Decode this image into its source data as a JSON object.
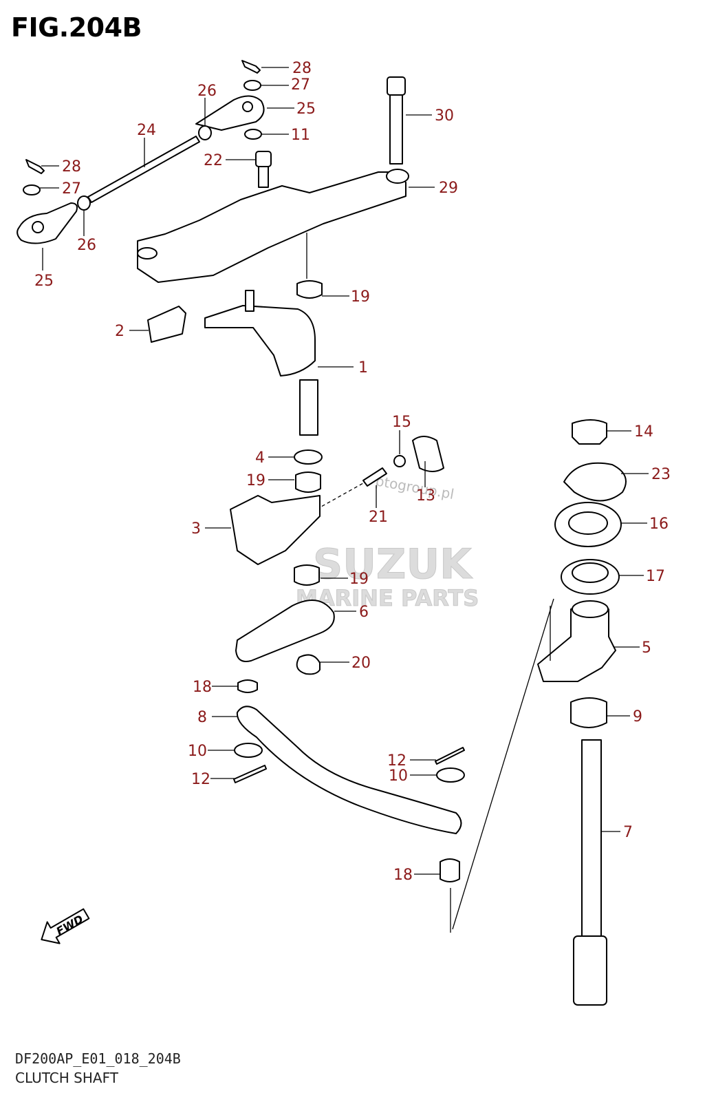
{
  "figure": {
    "title": "FIG.204B",
    "code": "DF200AP_E01_018_204B",
    "caption": "CLUTCH SHAFT",
    "direction_label": "FWD"
  },
  "watermark": {
    "brand": "SUZUK",
    "subtitle": "MARINE PARTS",
    "url": "ptogroup.pl"
  },
  "callouts": [
    "28",
    "27",
    "25",
    "11",
    "26",
    "24",
    "28",
    "27",
    "26",
    "25",
    "30",
    "22",
    "29",
    "19",
    "2",
    "1",
    "15",
    "14",
    "4",
    "19",
    "13",
    "23",
    "21",
    "3",
    "16",
    "19",
    "17",
    "6",
    "5",
    "20",
    "18",
    "8",
    "9",
    "10",
    "12",
    "10",
    "12",
    "7",
    "18"
  ],
  "colors": {
    "callout_text": "#8b1a1a",
    "line": "#000000",
    "watermark": "#dcdcdc"
  }
}
